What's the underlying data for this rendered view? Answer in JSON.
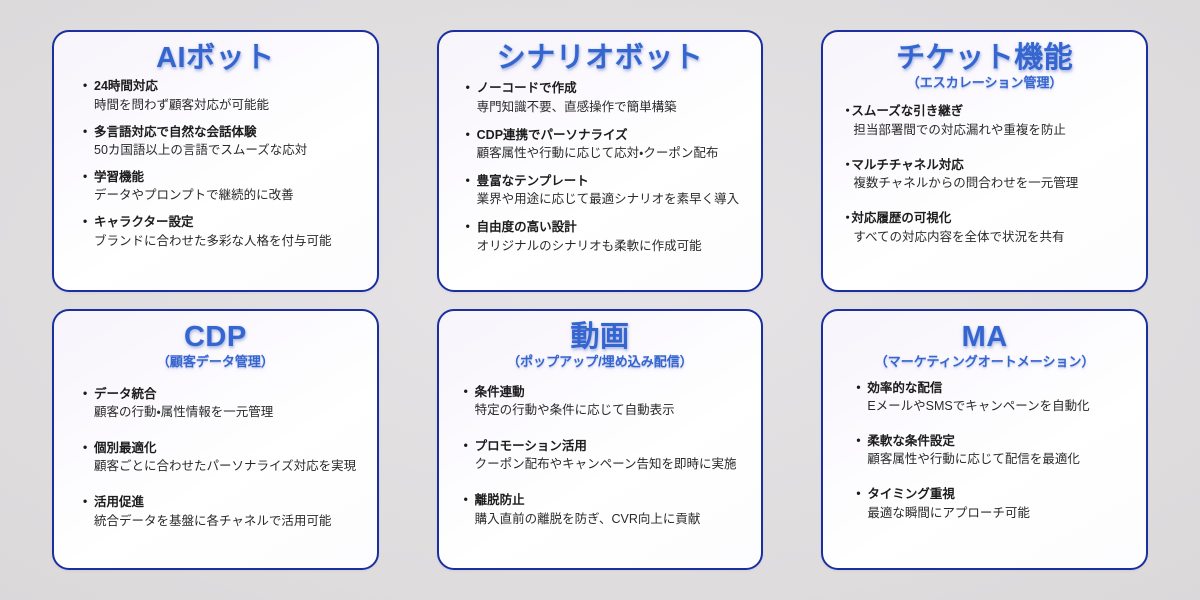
{
  "theme": {
    "border_color": "#1b2f9e",
    "title_color": "#3566cf",
    "text_color": "#1c1c1c",
    "background_color": "#dcdada"
  },
  "cards": [
    {
      "id": "ai-bot",
      "title": "AIボット",
      "subtitle": "",
      "bullet_style": "dot",
      "items": [
        {
          "heading": "24時間対応",
          "desc": "時間を問わず顧客対応が可能能"
        },
        {
          "heading": "多言語対応で自然な会話体験",
          "desc": "50カ国語以上の言語でスムーズな応対"
        },
        {
          "heading": "学習機能",
          "desc": "データやプロンプトで継続的に改善"
        },
        {
          "heading": "キャラクター設定",
          "desc": "ブランドに合わせた多彩な人格を付与可能"
        }
      ]
    },
    {
      "id": "scenario-bot",
      "title": "シナリオボット",
      "subtitle": "",
      "bullet_style": "dot",
      "items": [
        {
          "heading": "ノーコードで作成",
          "desc": "専門知識不要、直感操作で簡単構築"
        },
        {
          "heading": "CDP連携でパーソナライズ",
          "desc": "顧客属性や行動に応じて応対・クーポン配布"
        },
        {
          "heading": "豊富なテンプレート",
          "desc": "業界や用途に応じて最適シナリオを素早く導入"
        },
        {
          "heading": "自由度の高い設計",
          "desc": "オリジナルのシナリオも柔軟に作成可能"
        }
      ]
    },
    {
      "id": "ticket",
      "title": "チケット機能",
      "subtitle": "（エスカレーション管理）",
      "bullet_style": "middot",
      "items": [
        {
          "heading": "スムーズな引き継ぎ",
          "desc": "担当部署間での対応漏れや重複を防止"
        },
        {
          "heading": "マルチチャネル対応",
          "desc": "複数チャネルからの問合わせを一元管理"
        },
        {
          "heading": "対応履歴の可視化",
          "desc": "すべての対応内容を全体で状況を共有"
        }
      ]
    },
    {
      "id": "cdp",
      "title": "CDP",
      "subtitle": "（顧客データ管理）",
      "bullet_style": "dot",
      "items": [
        {
          "heading": "データ統合",
          "desc": "顧客の行動・属性情報を一元管理"
        },
        {
          "heading": "個別最適化",
          "desc": "顧客ごとに合わせたパーソナライズ対応を実現"
        },
        {
          "heading": "活用促進",
          "desc": "統合データを基盤に各チャネルで活用可能"
        }
      ]
    },
    {
      "id": "video",
      "title": "動画",
      "subtitle": "（ポップアップ/埋め込み配信）",
      "bullet_style": "dot",
      "items": [
        {
          "heading": "条件連動",
          "desc": "特定の行動や条件に応じて自動表示"
        },
        {
          "heading": "プロモーション活用",
          "desc": "クーポン配布やキャンペーン告知を即時に実施"
        },
        {
          "heading": "離脱防止",
          "desc": "購入直前の離脱を防ぎ、CVR向上に貢献"
        }
      ]
    },
    {
      "id": "ma",
      "title": "MA",
      "subtitle": "（マーケティングオートメーション）",
      "bullet_style": "dot",
      "items": [
        {
          "heading": "効率的な配信",
          "desc": "EメールやSMSでキャンペーンを自動化"
        },
        {
          "heading": "柔軟な条件設定",
          "desc": "顧客属性や行動に応じて配信を最適化"
        },
        {
          "heading": "タイミング重視",
          "desc": "最適な瞬間にアプローチ可能"
        }
      ]
    }
  ]
}
